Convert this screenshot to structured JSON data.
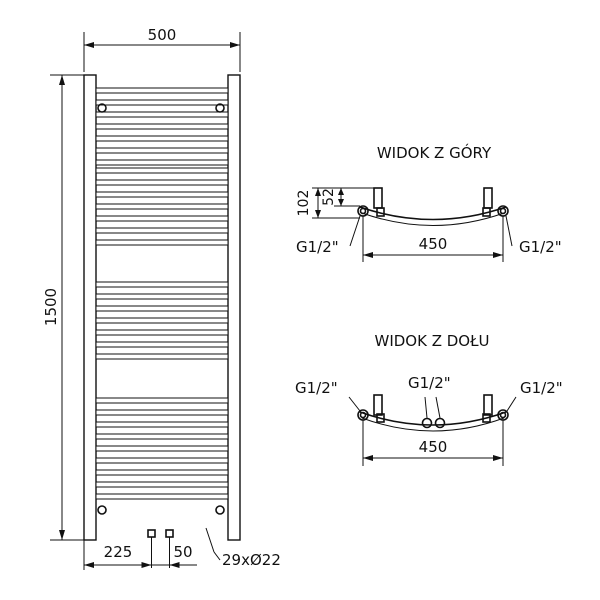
{
  "front_view": {
    "width_label": "500",
    "height_label": "1500",
    "left_offset_label": "225",
    "valve_spacing_label": "50",
    "tubes_label": "29xØ22"
  },
  "top_view": {
    "title": "WIDOK Z GÓRY",
    "depth_total_label": "102",
    "depth_inner_label": "52",
    "span_label": "450",
    "left_conn_label": "G1/2\"",
    "right_conn_label": "G1/2\""
  },
  "bottom_view": {
    "title": "WIDOK Z DOŁU",
    "span_label": "450",
    "left_conn_label": "G1/2\"",
    "center_conn_label": "G1/2\"",
    "right_conn_label": "G1/2\""
  }
}
